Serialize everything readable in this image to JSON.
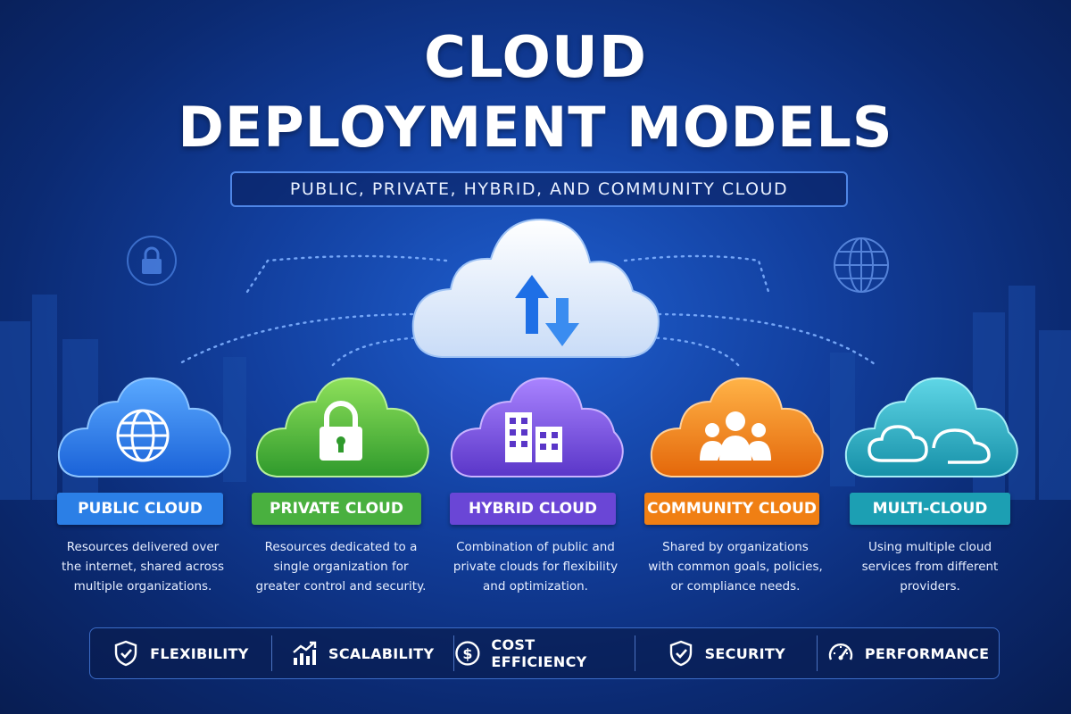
{
  "header": {
    "title_line1": "CLOUD",
    "title_line2": "DEPLOYMENT MODELS",
    "subtitle": "PUBLIC, PRIVATE, HYBRID, AND COMMUNITY CLOUD"
  },
  "center_cloud": {
    "icon": "up-down-arrows-icon"
  },
  "corner_icons": [
    "lock-icon",
    "globe-icon"
  ],
  "models": [
    {
      "key": "public",
      "label": "PUBLIC CLOUD",
      "icon": "globe-icon",
      "color": "#2b7fe6",
      "desc": [
        "Resources delivered over",
        "the internet, shared across",
        "multiple organizations."
      ]
    },
    {
      "key": "private",
      "label": "PRIVATE CLOUD",
      "icon": "lock-icon",
      "color": "#49b03f",
      "desc": [
        "Resources dedicated to a",
        "single organization for",
        "greater control and security."
      ]
    },
    {
      "key": "hybrid",
      "label": "HYBRID CLOUD",
      "icon": "buildings-icon",
      "color": "#6a46d6",
      "desc": [
        "Combination of public and",
        "private clouds for flexibility",
        "and optimization."
      ]
    },
    {
      "key": "community",
      "label": "COMMUNITY CLOUD",
      "icon": "people-icon",
      "color": "#f07f13",
      "desc": [
        "Shared by organizations",
        "with common goals, policies,",
        "or compliance needs."
      ]
    },
    {
      "key": "multi",
      "label": "MULTI-CLOUD",
      "icon": "clouds-icon",
      "color": "#1c9fb3",
      "desc": [
        "Using multiple cloud",
        "services from different",
        "providers."
      ]
    }
  ],
  "features": [
    {
      "label": "FLEXIBILITY",
      "icon": "shield-check-icon"
    },
    {
      "label": "SCALABILITY",
      "icon": "growth-chart-icon"
    },
    {
      "label": "COST EFFICIENCY",
      "icon": "dollar-icon"
    },
    {
      "label": "SECURITY",
      "icon": "shield-check-icon"
    },
    {
      "label": "PERFORMANCE",
      "icon": "speedometer-icon"
    }
  ]
}
